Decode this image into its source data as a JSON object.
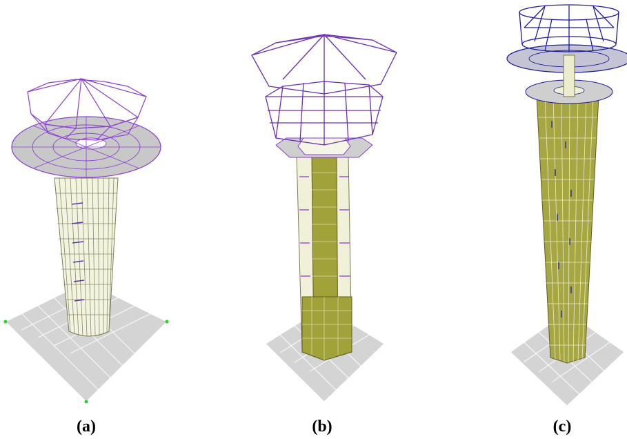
{
  "figure": {
    "panels": [
      {
        "id": "a",
        "caption": "(a)",
        "model": "tower-model-a"
      },
      {
        "id": "b",
        "caption": "(b)",
        "model": "tower-model-b"
      },
      {
        "id": "c",
        "caption": "(c)",
        "model": "tower-model-c"
      }
    ],
    "colors": {
      "frame_purple": "#8a3fd0",
      "frame_blue": "#1a1a9a",
      "slab_gray": "#cfcfcf",
      "ground_gray": "#d4d4d4",
      "shaft_olive": "#a2a23a",
      "shaft_light": "#ececcf",
      "support_points": "#29d129"
    }
  }
}
